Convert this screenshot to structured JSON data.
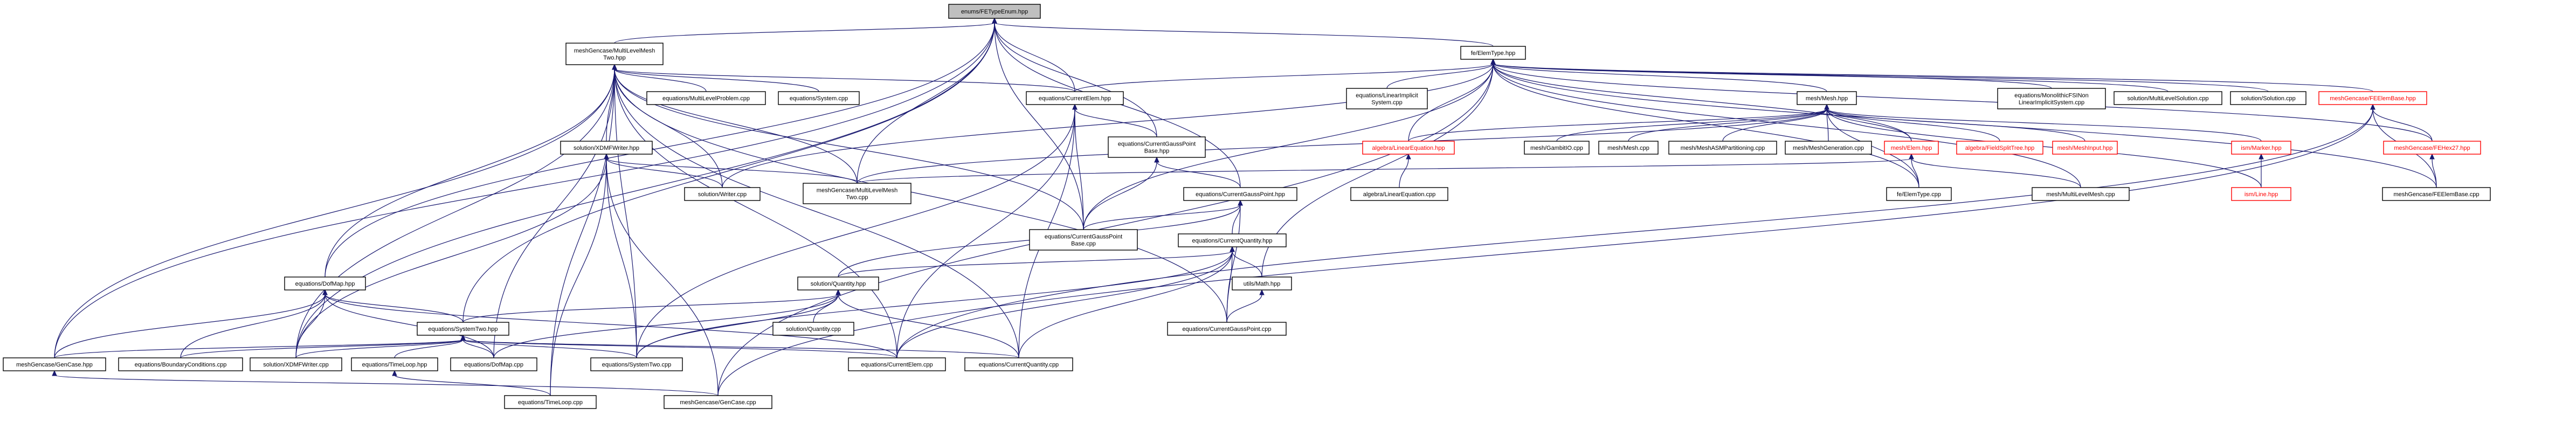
{
  "nodes": [
    {
      "id": "root",
      "label": "enums/FETypeEnum.hpp",
      "root": true
    },
    {
      "id": "mlm2hpp",
      "label": "meshGencase/MultiLevelMesh\nTwo.hpp"
    },
    {
      "id": "feElemType",
      "label": "fe/ElemType.hpp"
    },
    {
      "id": "mlProblem",
      "label": "equations/MultiLevelProblem.cpp"
    },
    {
      "id": "eqSystemCpp",
      "label": "equations/System.cpp"
    },
    {
      "id": "ceHpp",
      "label": "equations/CurrentElem.hpp"
    },
    {
      "id": "linEqSysCpp",
      "label": "equations/LinearImplicit\nSystem.cpp"
    },
    {
      "id": "meshHpp",
      "label": "mesh/Mesh.hpp"
    },
    {
      "id": "monoBfs",
      "label": "equations/MonolithicFSINon\nLinearImplicitSystem.cpp"
    },
    {
      "id": "mlSolution",
      "label": "solution/MultiLevelSolution.cpp"
    },
    {
      "id": "solutionCpp",
      "label": "solution/Solution.cpp"
    },
    {
      "id": "feElemBaseHpp",
      "label": "meshGencase/FEElemBase.hpp",
      "red": true
    },
    {
      "id": "xdmfHpp",
      "label": "solution/XDMFWriter.hpp"
    },
    {
      "id": "cgpbHpp",
      "label": "equations/CurrentGaussPoint\nBase.hpp"
    },
    {
      "id": "linEqHpp",
      "label": "algebra/LinearEquation.hpp",
      "red": true
    },
    {
      "id": "gambitCpp",
      "label": "mesh/GambitIO.cpp"
    },
    {
      "id": "meshCpp",
      "label": "mesh/Mesh.cpp"
    },
    {
      "id": "meshAsmCpp",
      "label": "mesh/MeshASMPartitioning.cpp"
    },
    {
      "id": "meshGenCpp",
      "label": "mesh/MeshGeneration.cpp"
    },
    {
      "id": "elemHpp",
      "label": "mesh/Elem.hpp",
      "red": true
    },
    {
      "id": "fieldSplit",
      "label": "algebra/FieldSplitTree.hpp",
      "red": true
    },
    {
      "id": "meshInput",
      "label": "mesh/MeshInput.hpp",
      "red": true
    },
    {
      "id": "markerHpp",
      "label": "ism/Marker.hpp",
      "red": true
    },
    {
      "id": "feHex27",
      "label": "meshGencase/FEHex27.hpp",
      "red": true
    },
    {
      "id": "writerCpp",
      "label": "solution/Writer.cpp"
    },
    {
      "id": "mlm2cpp",
      "label": "meshGencase/MultiLevelMesh\nTwo.cpp"
    },
    {
      "id": "cgpHpp",
      "label": "equations/CurrentGaussPoint.hpp"
    },
    {
      "id": "linEqCpp",
      "label": "algebra/LinearEquation.cpp"
    },
    {
      "id": "feElemTypeCpp",
      "label": "fe/ElemType.cpp"
    },
    {
      "id": "mlMeshCpp",
      "label": "mesh/MultiLevelMesh.cpp"
    },
    {
      "id": "lineHpp",
      "label": "ism/Line.hpp",
      "red": true
    },
    {
      "id": "feElemBaseCpp",
      "label": "meshGencase/FEElemBase.cpp"
    },
    {
      "id": "cgpbCpp",
      "label": "equations/CurrentGaussPoint\nBase.cpp"
    },
    {
      "id": "cqHpp",
      "label": "equations/CurrentQuantity.hpp"
    },
    {
      "id": "dofMapHpp",
      "label": "equations/DofMap.hpp"
    },
    {
      "id": "solQHpp",
      "label": "solution/Quantity.hpp"
    },
    {
      "id": "mathHpp",
      "label": "utils/Math.hpp"
    },
    {
      "id": "solQCpp",
      "label": "solution/Quantity.cpp"
    },
    {
      "id": "cgpCpp",
      "label": "equations/CurrentGaussPoint.cpp"
    },
    {
      "id": "sys2Hpp",
      "label": "equations/SystemTwo.hpp"
    },
    {
      "id": "genCaseHpp",
      "label": "meshGencase/GenCase.hpp"
    },
    {
      "id": "bcCpp",
      "label": "equations/BoundaryConditions.cpp"
    },
    {
      "id": "xdmfCpp",
      "label": "solution/XDMFWriter.cpp"
    },
    {
      "id": "tlHpp",
      "label": "equations/TimeLoop.hpp"
    },
    {
      "id": "dofMapCpp",
      "label": "equations/DofMap.cpp"
    },
    {
      "id": "sys2Cpp",
      "label": "equations/SystemTwo.cpp"
    },
    {
      "id": "ceCpp",
      "label": "equations/CurrentElem.cpp"
    },
    {
      "id": "cqCpp",
      "label": "equations/CurrentQuantity.cpp"
    },
    {
      "id": "tlCpp",
      "label": "equations/TimeLoop.cpp"
    },
    {
      "id": "genCaseCpp",
      "label": "meshGencase/GenCase.cpp"
    }
  ],
  "edges": [
    [
      "root",
      "mlm2hpp"
    ],
    [
      "root",
      "feElemType"
    ],
    [
      "root",
      "ceHpp"
    ],
    [
      "root",
      "cgpbHpp"
    ],
    [
      "root",
      "cgpHpp"
    ],
    [
      "root",
      "dofMapHpp"
    ],
    [
      "root",
      "sys2Hpp"
    ],
    [
      "root",
      "genCaseHpp"
    ],
    [
      "root",
      "xdmfCpp"
    ],
    [
      "root",
      "mlm2cpp"
    ],
    [
      "root",
      "cgpbCpp"
    ],
    [
      "mlm2hpp",
      "mlProblem"
    ],
    [
      "mlm2hpp",
      "eqSystemCpp"
    ],
    [
      "mlm2hpp",
      "ceHpp"
    ],
    [
      "mlm2hpp",
      "xdmfHpp"
    ],
    [
      "mlm2hpp",
      "mlm2cpp"
    ],
    [
      "mlm2hpp",
      "writerCpp"
    ],
    [
      "mlm2hpp",
      "dofMapHpp"
    ],
    [
      "mlm2hpp",
      "genCaseHpp"
    ],
    [
      "mlm2hpp",
      "xdmfCpp"
    ],
    [
      "mlm2hpp",
      "tlCpp"
    ],
    [
      "mlm2hpp",
      "dofMapCpp"
    ],
    [
      "mlm2hpp",
      "sys2Cpp"
    ],
    [
      "mlm2hpp",
      "ceCpp"
    ],
    [
      "mlm2hpp",
      "cqCpp"
    ],
    [
      "mlm2hpp",
      "cgpbCpp"
    ],
    [
      "mlm2hpp",
      "cgpCpp"
    ],
    [
      "feElemType",
      "ceHpp"
    ],
    [
      "feElemType",
      "linEqSysCpp"
    ],
    [
      "feElemType",
      "meshHpp"
    ],
    [
      "feElemType",
      "monoBfs"
    ],
    [
      "feElemType",
      "mlSolution"
    ],
    [
      "feElemType",
      "solutionCpp"
    ],
    [
      "feElemType",
      "feElemBaseHpp"
    ],
    [
      "feElemType",
      "linEqHpp"
    ],
    [
      "feElemType",
      "elemHpp"
    ],
    [
      "feElemType",
      "feElemTypeCpp"
    ],
    [
      "feElemType",
      "mlMeshCpp"
    ],
    [
      "feElemType",
      "feHex27"
    ],
    [
      "feElemType",
      "feElemBaseCpp"
    ],
    [
      "feElemType",
      "writerCpp"
    ],
    [
      "feElemType",
      "cgpbCpp"
    ],
    [
      "feElemType",
      "mathHpp"
    ],
    [
      "feElemType",
      "genCaseCpp"
    ],
    [
      "ceHpp",
      "cgpbHpp"
    ],
    [
      "ceHpp",
      "cgpbCpp"
    ],
    [
      "ceHpp",
      "sys2Cpp"
    ],
    [
      "ceHpp",
      "ceCpp"
    ],
    [
      "ceHpp",
      "cqCpp"
    ],
    [
      "meshHpp",
      "gambitCpp"
    ],
    [
      "meshHpp",
      "meshCpp"
    ],
    [
      "meshHpp",
      "meshAsmCpp"
    ],
    [
      "meshHpp",
      "meshGenCpp"
    ],
    [
      "meshHpp",
      "elemHpp"
    ],
    [
      "meshHpp",
      "fieldSplit"
    ],
    [
      "meshHpp",
      "meshInput"
    ],
    [
      "meshHpp",
      "markerHpp"
    ],
    [
      "meshHpp",
      "linEqHpp"
    ],
    [
      "meshHpp",
      "lineHpp"
    ],
    [
      "meshHpp",
      "mlm2cpp"
    ],
    [
      "meshHpp",
      "feElemTypeCpp"
    ],
    [
      "elemHpp",
      "feElemTypeCpp"
    ],
    [
      "elemHpp",
      "mlMeshCpp"
    ],
    [
      "elemHpp",
      "mlm2cpp"
    ],
    [
      "markerHpp",
      "lineHpp"
    ],
    [
      "linEqHpp",
      "linEqCpp"
    ],
    [
      "feElemBaseHpp",
      "feHex27"
    ],
    [
      "feElemBaseHpp",
      "feElemBaseCpp"
    ],
    [
      "feElemBaseHpp",
      "ceCpp"
    ],
    [
      "feElemBaseHpp",
      "genCaseCpp"
    ],
    [
      "feHex27",
      "feElemBaseCpp"
    ],
    [
      "xdmfHpp",
      "writerCpp"
    ],
    [
      "xdmfHpp",
      "mlm2cpp"
    ],
    [
      "xdmfHpp",
      "xdmfCpp"
    ],
    [
      "xdmfHpp",
      "sys2Cpp"
    ],
    [
      "xdmfHpp",
      "tlCpp"
    ],
    [
      "xdmfHpp",
      "genCaseCpp"
    ],
    [
      "cgpbHpp",
      "cgpbCpp"
    ],
    [
      "cgpbHpp",
      "cgpHpp"
    ],
    [
      "cgpHpp",
      "cgpbCpp"
    ],
    [
      "cgpHpp",
      "cqHpp"
    ],
    [
      "cgpHpp",
      "cgpCpp"
    ],
    [
      "cgpHpp",
      "solQHpp"
    ],
    [
      "cqHpp",
      "solQHpp"
    ],
    [
      "cqHpp",
      "mathHpp"
    ],
    [
      "cqHpp",
      "cgpCpp"
    ],
    [
      "cqHpp",
      "ceCpp"
    ],
    [
      "cqHpp",
      "cqCpp"
    ],
    [
      "cqHpp",
      "sys2Cpp"
    ],
    [
      "mathHpp",
      "cgpCpp"
    ],
    [
      "solQHpp",
      "solQCpp"
    ],
    [
      "solQHpp",
      "sys2Hpp"
    ],
    [
      "solQHpp",
      "dofMapCpp"
    ],
    [
      "solQHpp",
      "cqCpp"
    ],
    [
      "solQHpp",
      "sys2Cpp"
    ],
    [
      "dofMapHpp",
      "genCaseHpp"
    ],
    [
      "dofMapHpp",
      "bcCpp"
    ],
    [
      "dofMapHpp",
      "xdmfCpp"
    ],
    [
      "dofMapHpp",
      "dofMapCpp"
    ],
    [
      "dofMapHpp",
      "sys2Hpp"
    ],
    [
      "dofMapHpp",
      "ceCpp"
    ],
    [
      "sys2Hpp",
      "genCaseHpp"
    ],
    [
      "sys2Hpp",
      "bcCpp"
    ],
    [
      "sys2Hpp",
      "xdmfCpp"
    ],
    [
      "sys2Hpp",
      "tlHpp"
    ],
    [
      "sys2Hpp",
      "dofMapCpp"
    ],
    [
      "sys2Hpp",
      "sys2Cpp"
    ],
    [
      "sys2Hpp",
      "ceCpp"
    ],
    [
      "sys2Hpp",
      "cqCpp"
    ],
    [
      "tlHpp",
      "tlCpp"
    ],
    [
      "genCaseHpp",
      "genCaseCpp"
    ]
  ]
}
